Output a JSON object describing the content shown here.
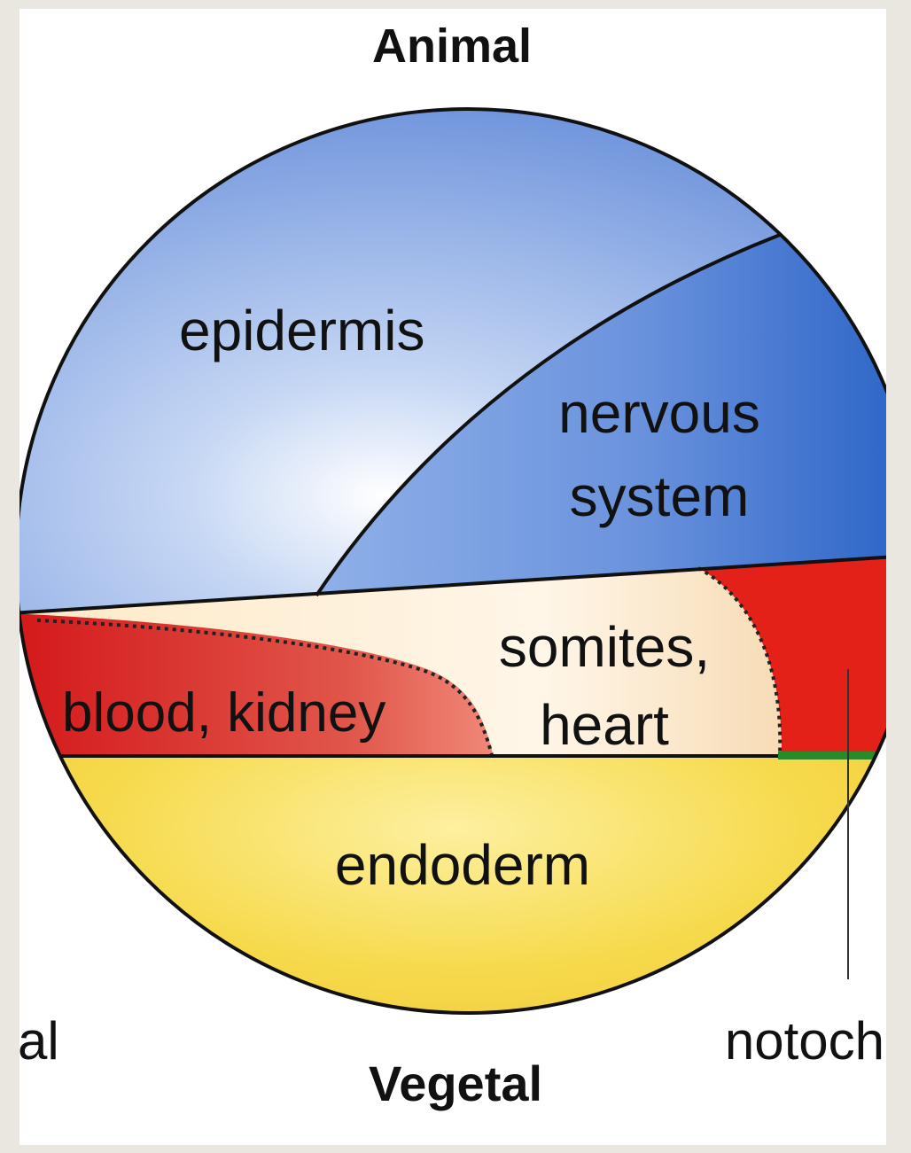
{
  "diagram": {
    "poles": {
      "top": "Animal",
      "bottom": "Vegetal"
    },
    "regions": {
      "epidermis": "epidermis",
      "nervous_system": [
        "nervous",
        "system"
      ],
      "somites_heart": [
        "somites,",
        "heart"
      ],
      "blood_kidney": "blood, kidney",
      "endoderm": "endoderm"
    },
    "side_labels": {
      "left": "al",
      "right": "notoch"
    },
    "colors": {
      "epidermis": "#8eaee8",
      "nervous_system": "#3d74cf",
      "somites_heart": "#f8dcb0",
      "blood_kidney": "#d8201a",
      "endoderm": "#f4d640",
      "notochord": "#2a8a2a"
    }
  }
}
